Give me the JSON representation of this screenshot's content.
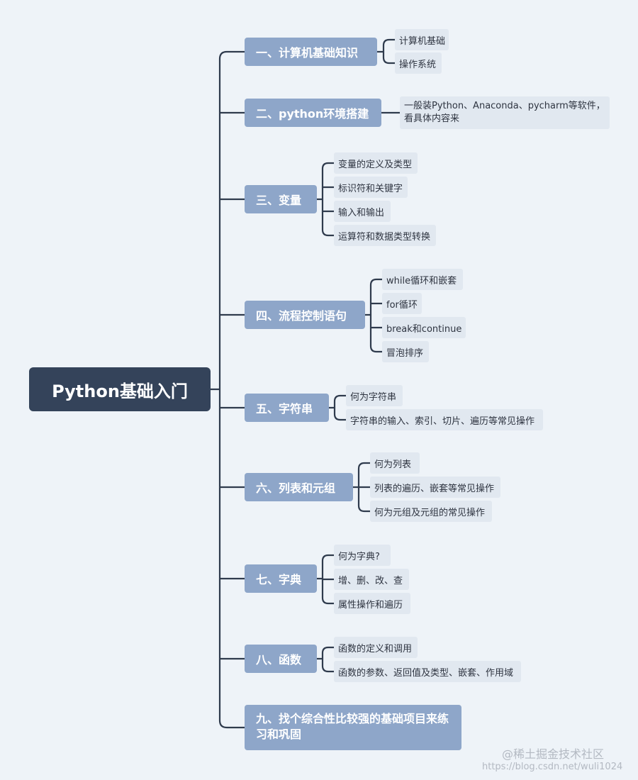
{
  "root": {
    "label": "Python基础入门"
  },
  "branches": [
    {
      "label": "一、计算机基础知识",
      "children": [
        "计算机基础",
        "操作系统"
      ]
    },
    {
      "label": "二、python环境搭建",
      "children": [
        "一般装Python、Anaconda、pycharm等软件，看具体内容来"
      ]
    },
    {
      "label": "三、变量",
      "children": [
        "变量的定义及类型",
        "标识符和关键字",
        "输入和输出",
        "运算符和数据类型转换"
      ]
    },
    {
      "label": "四、流程控制语句",
      "children": [
        "while循环和嵌套",
        "for循环",
        "break和continue",
        "冒泡排序"
      ]
    },
    {
      "label": "五、字符串",
      "children": [
        "何为字符串",
        "字符串的输入、索引、切片、遍历等常见操作"
      ]
    },
    {
      "label": "六、列表和元组",
      "children": [
        "何为列表",
        "列表的遍历、嵌套等常见操作",
        "何为元组及元组的常见操作"
      ]
    },
    {
      "label": "七、字典",
      "children": [
        "何为字典?",
        "增、删、改、查",
        "属性操作和遍历"
      ]
    },
    {
      "label": "八、函数",
      "children": [
        "函数的定义和调用",
        "函数的参数、返回值及类型、嵌套、作用域"
      ]
    },
    {
      "label": "九、找个综合性比较强的基础项目来练习和巩固",
      "children": []
    }
  ],
  "watermark": {
    "brand": "@稀土掘金技术社区",
    "url": "https://blog.csdn.net/wuli1024"
  },
  "colors": {
    "background": "#eef3f8",
    "root": "#34435a",
    "branch": "#8ea6c9",
    "leaf": "#e1e8f0",
    "connector": "#2f3b4d"
  }
}
